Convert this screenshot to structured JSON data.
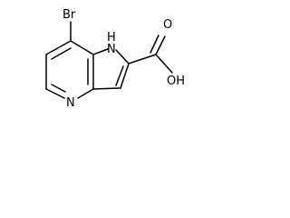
{
  "molecule": {
    "atoms": {
      "bromine": "Br",
      "pyrrole_nitrogen": "H\nN",
      "pyridine_nitrogen": "N",
      "carbonyl_oxygen": "O",
      "hydroxyl": "OH"
    },
    "colors": {
      "bond": "#000000",
      "label": "#000000",
      "background": "#ffffff"
    }
  }
}
